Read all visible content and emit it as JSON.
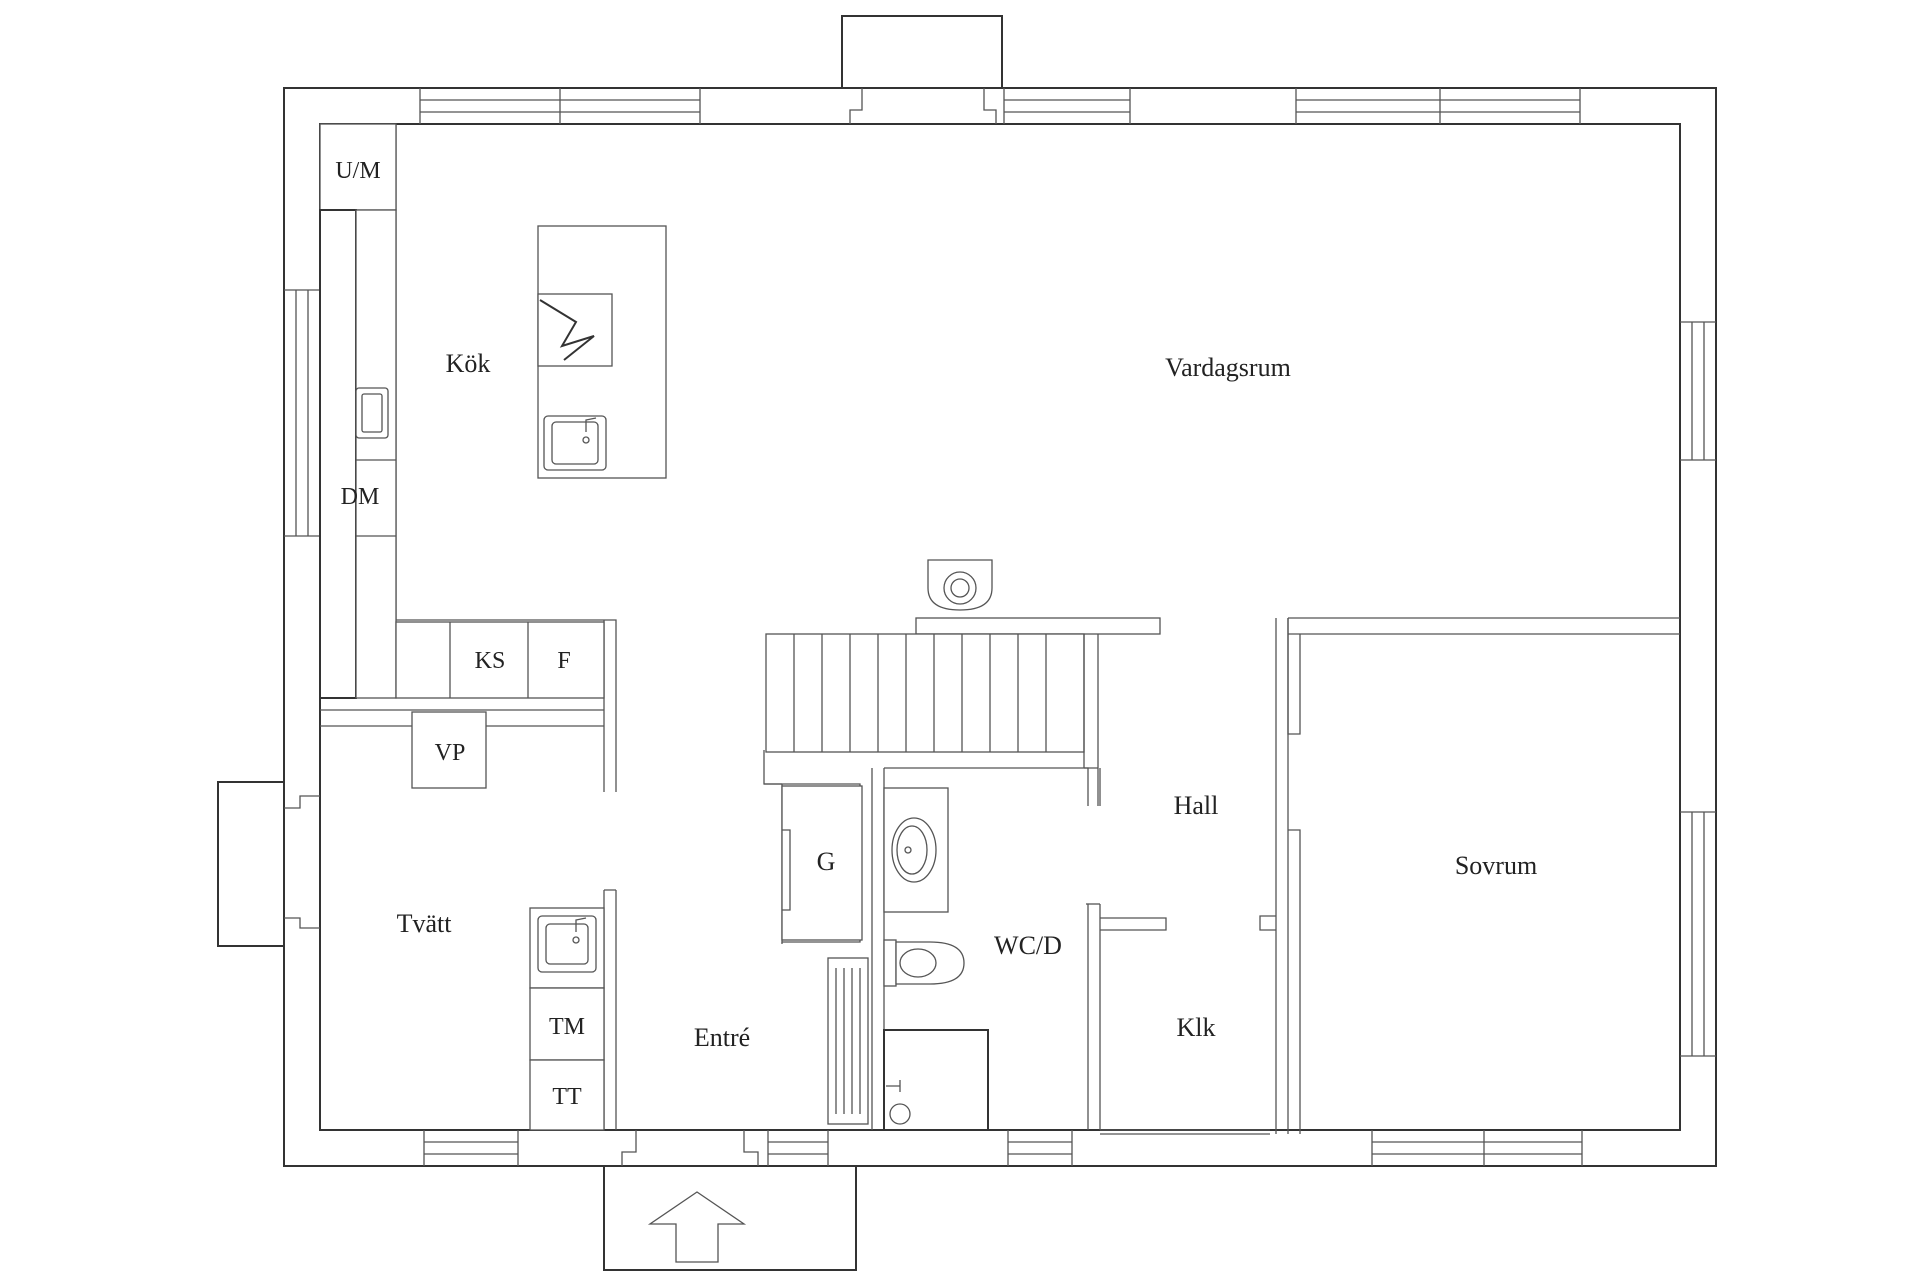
{
  "rooms": {
    "kitchen": "Kök",
    "living_room": "Vardagsrum",
    "hall": "Hall",
    "bedroom": "Sovrum",
    "laundry": "Tvätt",
    "entrance": "Entré",
    "toilet_shower": "WC/D",
    "closet": "Klk",
    "wardrobe": "G"
  },
  "appliances": {
    "microwave": "U/M",
    "dishwasher": "DM",
    "fridge": "KS",
    "freezer": "F",
    "water_heater": "VP",
    "washing_machine": "TM",
    "dryer": "TT"
  },
  "colors": {
    "line": "#333333",
    "background": "#ffffff"
  },
  "icons": {
    "entrance": "entrance-arrow-icon",
    "stove": "stove-icon",
    "fireplace": "fireplace-icon"
  }
}
